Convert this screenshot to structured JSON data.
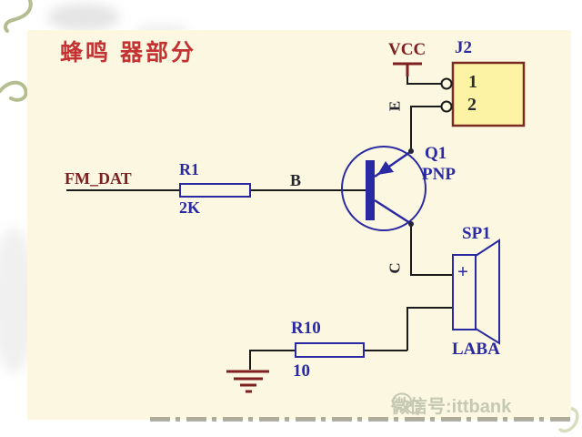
{
  "title": "蜂鸣 器部分",
  "nets": {
    "fm_dat": "FM_DAT",
    "vcc": "VCC",
    "base": "B",
    "emitter": "E",
    "collector": "C"
  },
  "components": {
    "r1": {
      "ref": "R1",
      "value": "2K"
    },
    "r10": {
      "ref": "R10",
      "value": "10"
    },
    "q1": {
      "ref": "Q1",
      "type": "PNP"
    },
    "j2": {
      "ref": "J2",
      "pin1": "1",
      "pin2": "2"
    },
    "sp1": {
      "ref": "SP1",
      "plus": "+",
      "value": "LABA"
    }
  },
  "watermark": {
    "text": "微信号:ittbank",
    "icon": "wechat-icon"
  },
  "colors": {
    "schematic_bg": "#fbf7e0",
    "connector_fill": "#fcf4a4",
    "connector_border": "#7a2a20",
    "component_blue": "#2929a3",
    "net_dark_red": "#7e2020",
    "title_red": "#c53232",
    "wire_black": "#1b1b1b",
    "watermark_gray": "#c6c9b2"
  }
}
